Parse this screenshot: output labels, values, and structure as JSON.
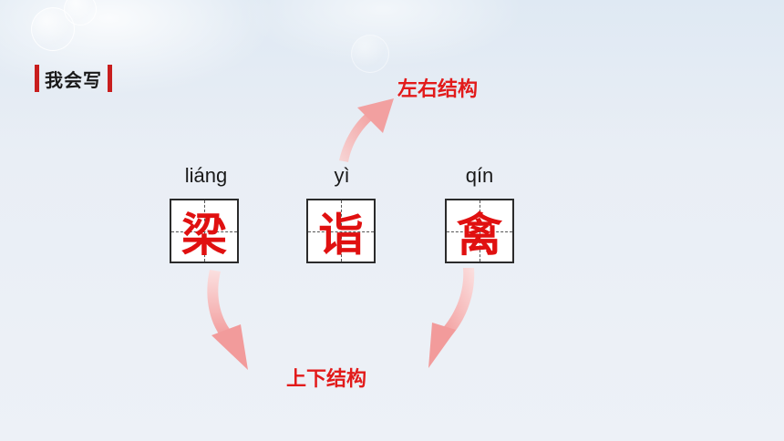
{
  "section": {
    "title": "我会写"
  },
  "labels": {
    "top_right": "左右结构",
    "bottom": "上下结构"
  },
  "characters": [
    {
      "pinyin": "liáng",
      "char": "梁"
    },
    {
      "pinyin": "yì",
      "char": "诣"
    },
    {
      "pinyin": "qín",
      "char": "禽"
    }
  ],
  "colors": {
    "accent_red": "#e21b1b",
    "arrow_pink": "#f2a9a9"
  }
}
